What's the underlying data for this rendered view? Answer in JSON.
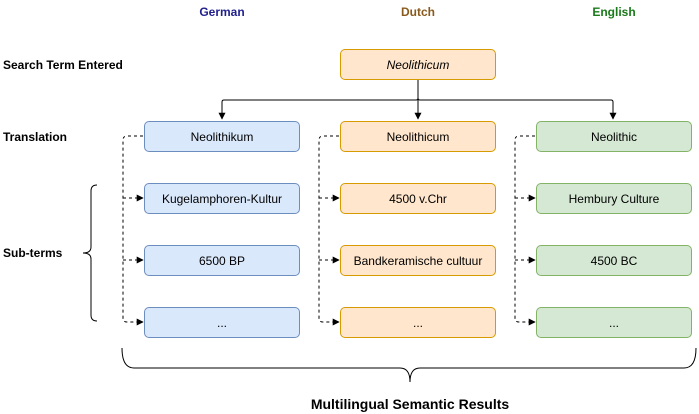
{
  "columns": {
    "german": {
      "header": "German",
      "color": "#1f1f8f"
    },
    "dutch": {
      "header": "Dutch",
      "color": "#8a5a1c"
    },
    "english": {
      "header": "English",
      "color": "#1a7a1a"
    }
  },
  "rows": {
    "search_term": "Search Term Entered",
    "translation": "Translation",
    "sub_terms": "Sub-terms"
  },
  "search_term": {
    "value": "Neolithicum"
  },
  "translations": {
    "german": "Neolithikum",
    "dutch": "Neolithicum",
    "english": "Neolithic"
  },
  "sub_terms": {
    "german": [
      "Kugelamphoren-Kultur",
      "6500 BP",
      "..."
    ],
    "dutch": [
      "4500 v.Chr",
      "Bandkeramische cultuur",
      "..."
    ],
    "english": [
      "Hembury Culture",
      "4500 BC",
      "..."
    ]
  },
  "box_colors": {
    "blue": {
      "fill": "#dae8fc",
      "stroke": "#6c8ebf"
    },
    "orange": {
      "fill": "#ffe6cc",
      "stroke": "#d79b00"
    },
    "green": {
      "fill": "#d5e8d4",
      "stroke": "#82b366"
    }
  },
  "footer": {
    "label": "Multilingual Semantic Results"
  }
}
